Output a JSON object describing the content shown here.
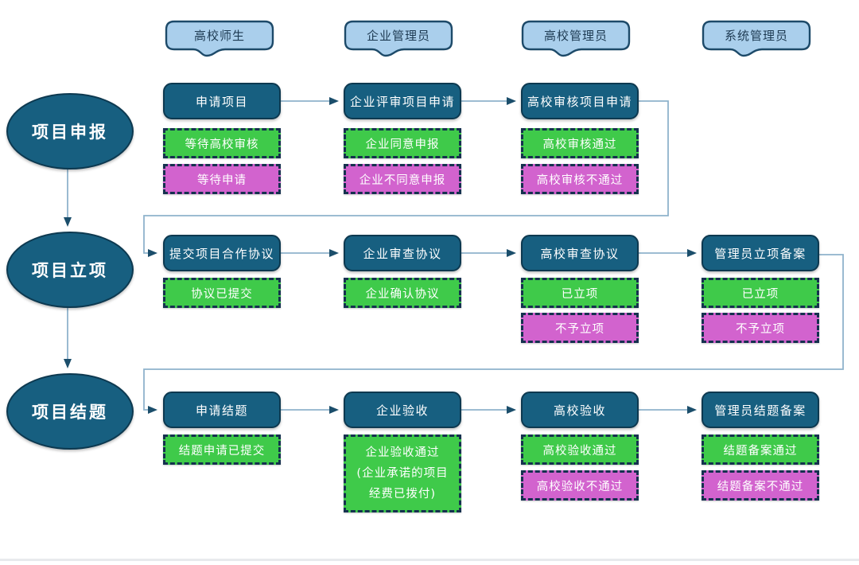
{
  "lanes": [
    {
      "label": "高校师生"
    },
    {
      "label": "企业管理员"
    },
    {
      "label": "高校管理员"
    },
    {
      "label": "系统管理员"
    }
  ],
  "phases": [
    {
      "label": "项目申报"
    },
    {
      "label": "项目立项"
    },
    {
      "label": "项目结题"
    }
  ],
  "row1": {
    "c1": {
      "action": "申请项目",
      "green": "等待高校审核",
      "pink": "等待申请"
    },
    "c2": {
      "action": "企业评审项目申请",
      "green": "企业同意申报",
      "pink": "企业不同意申报"
    },
    "c3": {
      "action": "高校审核项目申请",
      "green": "高校审核通过",
      "pink": "高校审核不通过"
    }
  },
  "row2": {
    "c1": {
      "action": "提交项目合作协议",
      "green": "协议已提交"
    },
    "c2": {
      "action": "企业审查协议",
      "green": "企业确认协议"
    },
    "c3": {
      "action": "高校审查协议",
      "green": "已立项",
      "pink": "不予立项"
    },
    "c4": {
      "action": "管理员立项备案",
      "green": "已立项",
      "pink": "不予立项"
    }
  },
  "row3": {
    "c1": {
      "action": "申请结题",
      "green": "结题申请已提交"
    },
    "c2": {
      "action": "企业验收",
      "green_lines": [
        "企业验收通过",
        "(企业承诺的项目",
        "经费已拨付)"
      ]
    },
    "c3": {
      "action": "高校验收",
      "green": "高校验收通过",
      "pink": "高校验收不通过"
    },
    "c4": {
      "action": "管理员结题备案",
      "green": "结题备案通过",
      "pink": "结题备案不通过"
    }
  },
  "colors": {
    "process_fill": "#175f80",
    "process_border": "#0d3950",
    "green": "#3fca4a",
    "pink": "#d263ce",
    "dash": "#15314f",
    "lane_fill": "#aacfec",
    "lane_border": "#1d4a69",
    "connector": "#8fb3cc",
    "arrow": "#1b4e6b",
    "lane_text": "#1d3a52",
    "bottom_line": "#e8eaed"
  }
}
